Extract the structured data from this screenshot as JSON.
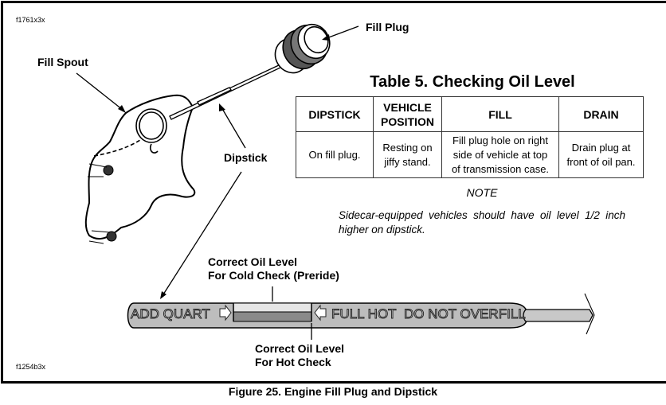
{
  "figure": {
    "top_id": "f1761x3x",
    "bottom_id": "f1254b3x",
    "caption": "Figure 25. Engine Fill Plug and Dipstick"
  },
  "callouts": {
    "fill_spout": "Fill Spout",
    "fill_plug": "Fill Plug",
    "dipstick": "Dipstick",
    "cold_check_line1": "Correct Oil Level",
    "cold_check_line2": "For Cold Check (Preride)",
    "hot_check_line1": "Correct Oil Level",
    "hot_check_line2": "For Hot Check"
  },
  "dipstick_markings": {
    "add_quart": "ADD QUART",
    "full_hot": "FULL HOT",
    "do_not_overfill": "DO NOT OVERFILL"
  },
  "table": {
    "title": "Table 5. Checking Oil Level",
    "headers": [
      {
        "line1": "DIPSTICK",
        "line2": ""
      },
      {
        "line1": "VEHICLE",
        "line2": "POSITION"
      },
      {
        "line1": "FILL",
        "line2": ""
      },
      {
        "line1": "DRAIN",
        "line2": ""
      }
    ],
    "rows": [
      [
        {
          "line1": "On fill plug.",
          "line2": "",
          "line3": ""
        },
        {
          "line1": "Resting on",
          "line2": "jiffy stand.",
          "line3": ""
        },
        {
          "line1": "Fill plug hole on right",
          "line2": "side of vehicle at top",
          "line3": "of transmission case."
        },
        {
          "line1": "Drain plug at",
          "line2": "front of oil pan.",
          "line3": ""
        }
      ]
    ]
  },
  "note": {
    "title": "NOTE",
    "body": "Sidecar-equipped vehicles should have oil level 1/2 inch higher on dipstick."
  },
  "colors": {
    "stick_fill": "#bdbdbd",
    "cold_band": "#e6e6e6",
    "hot_band": "#8a8a8a"
  }
}
